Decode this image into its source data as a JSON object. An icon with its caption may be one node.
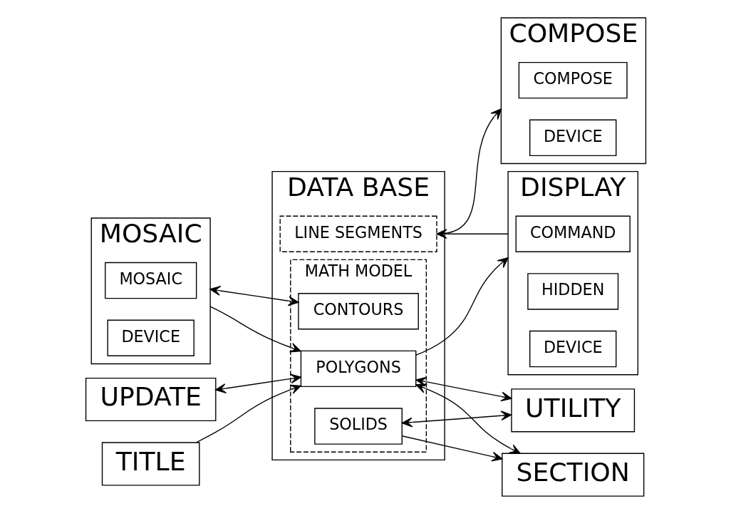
{
  "diagram": {
    "nodes": [
      {
        "text": [
          "COMPOSE"
        ]
      },
      {
        "text": [
          "COMPOSE"
        ],
        "in": 0
      },
      {
        "text": [
          "DEVICE"
        ],
        "in": 0
      },
      {
        "text": [
          "DATA BASE"
        ]
      },
      {
        "text": [
          "LINE SEGMENTS"
        ],
        "in": 3
      },
      {
        "text": [
          "MATH MODEL"
        ],
        "in": 3
      },
      {
        "text": [
          "CONTOURS"
        ],
        "in": 5
      },
      {
        "text": [
          "POLYGONS"
        ],
        "in": 5
      },
      {
        "text": [
          "SOLIDS"
        ],
        "in": 5
      },
      {
        "text": [
          "MOSAIC"
        ]
      },
      {
        "text": [
          "MOSAIC"
        ],
        "in": 9
      },
      {
        "text": [
          "DEVICE"
        ],
        "in": 9
      },
      {
        "text": [
          "DISPLAY"
        ]
      },
      {
        "text": [
          "COMMAND"
        ],
        "in": 12
      },
      {
        "text": [
          "HIDDEN"
        ],
        "in": 12
      },
      {
        "text": [
          "DEVICE"
        ],
        "in": 12
      },
      {
        "text": [
          "UPDATE"
        ]
      },
      {
        "text": [
          "TITLE"
        ]
      },
      {
        "text": [
          "UTILITY"
        ]
      },
      {
        "text": [
          "SECTION"
        ]
      }
    ],
    "edges": [
      {
        "from": 4,
        "to": 0,
        "arrow": "to"
      },
      {
        "from": 12,
        "to": 4,
        "arrow": "to"
      },
      {
        "from": 7,
        "to": 12,
        "arrow": "to"
      },
      {
        "from": 9,
        "to": 6,
        "arrow": "both"
      },
      {
        "from": 9,
        "to": 7,
        "arrow": "to"
      },
      {
        "from": 16,
        "to": 7,
        "arrow": "both"
      },
      {
        "from": 17,
        "to": 7,
        "arrow": "to"
      },
      {
        "from": 7,
        "to": 18,
        "arrow": "both"
      },
      {
        "from": 8,
        "to": 18,
        "arrow": "both"
      },
      {
        "from": 7,
        "to": 19,
        "arrow": "both"
      },
      {
        "from": 8,
        "to": 19,
        "arrow": "to"
      }
    ]
  }
}
